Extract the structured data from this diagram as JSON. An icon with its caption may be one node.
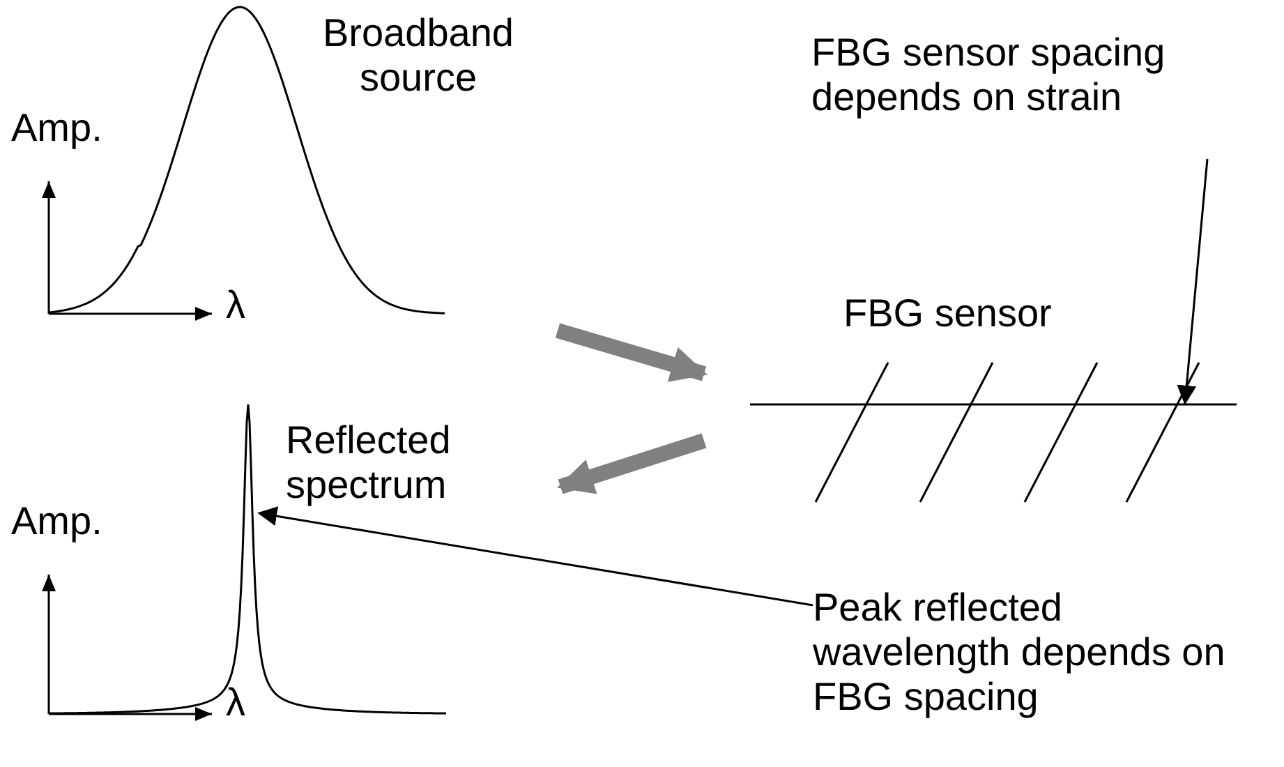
{
  "diagram": {
    "nodes": [
      {
        "text": [
          "Broadband source"
        ]
      },
      {
        "text": [
          "FBG sensor spacing depends on strain"
        ]
      },
      {
        "text": [],
        "shape": "picture",
        "beside": [
          "FBG sensor"
        ]
      },
      {
        "text": [
          "Reflected spectrum"
        ]
      },
      {
        "text": [
          "Peak reflected wavelength depends on FBG spacing"
        ]
      }
    ],
    "edges": [
      {
        "from": 0,
        "to": 2,
        "arrow": "to",
        "style": "thick",
        "color": "#808080"
      },
      {
        "from": 2,
        "to": 3,
        "arrow": "to",
        "style": "thick",
        "color": "#808080"
      },
      {
        "from": 1,
        "to": 2,
        "arrow": "to",
        "color": "#000000"
      },
      {
        "from": 4,
        "to": 3,
        "arrow": "to",
        "color": "#000000"
      }
    ],
    "labels": [
      "Amp.",
      "λ",
      "Amp.",
      "λ"
    ]
  }
}
